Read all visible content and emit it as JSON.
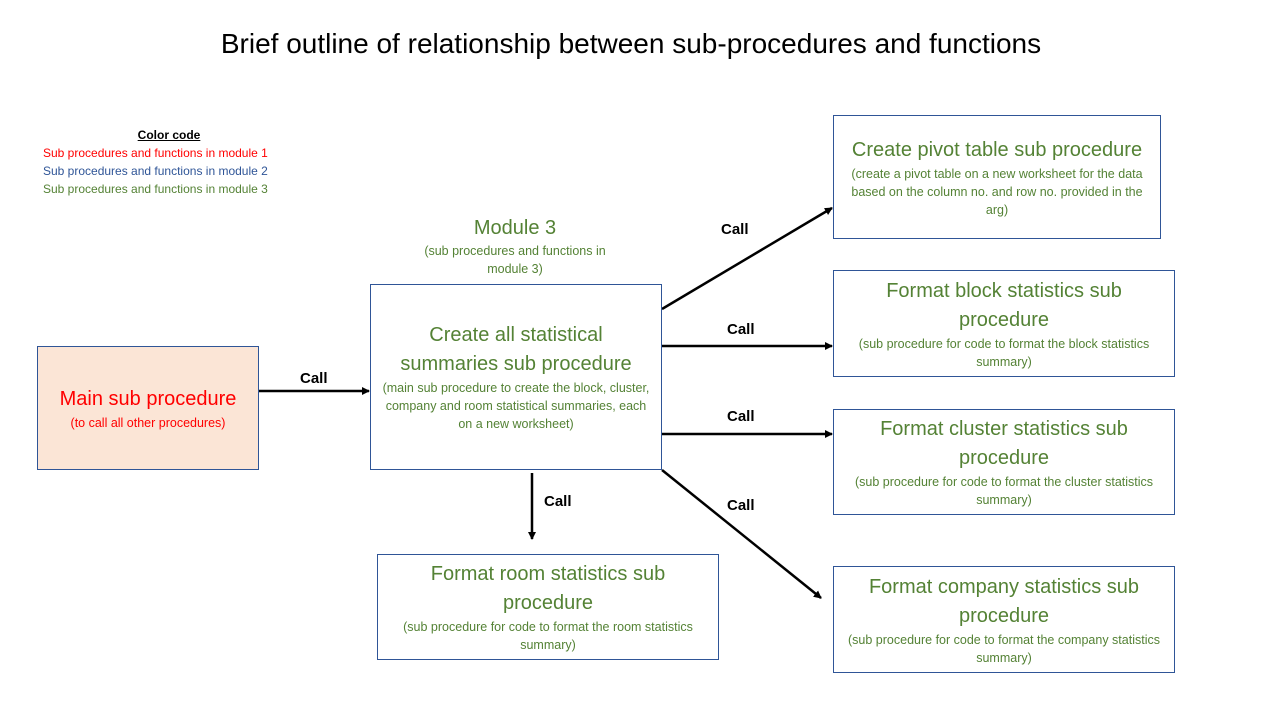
{
  "title": "Brief outline of relationship between sub-procedures and functions",
  "colors": {
    "module1": "#ff0000",
    "module2": "#2f5597",
    "module3": "#548235",
    "box_border": "#2f5597",
    "main_fill": "#fbe5d6",
    "arrow": "#000000"
  },
  "legend": {
    "heading": "Color code",
    "items": [
      "Sub procedures and functions in module 1",
      "Sub procedures and functions in module 2",
      "Sub procedures and functions in module 3"
    ]
  },
  "module": {
    "title": "Module 3",
    "description": "(sub procedures and functions in module 3)"
  },
  "call_label": "Call",
  "boxes": {
    "main": {
      "title": "Main sub procedure",
      "description": "(to call all other procedures)"
    },
    "create_all": {
      "title": "Create all statistical summaries sub procedure",
      "description": "(main sub procedure to create the block, cluster, company and room statistical summaries, each on a new worksheet)"
    },
    "pivot": {
      "title": "Create pivot table sub procedure",
      "description": "(create a pivot table on a new worksheet for the data based on the column no. and row no. provided in the arg)"
    },
    "block": {
      "title": "Format block statistics sub procedure",
      "description": "(sub procedure for code to format the block statistics summary)"
    },
    "cluster": {
      "title": "Format cluster statistics sub procedure",
      "description": "(sub procedure for code to format the cluster statistics summary)"
    },
    "company": {
      "title": "Format company statistics sub procedure",
      "description": "(sub procedure for code to format the company statistics summary)"
    },
    "room": {
      "title": "Format room statistics sub procedure",
      "description": "(sub procedure for code to format the room statistics summary)"
    }
  }
}
